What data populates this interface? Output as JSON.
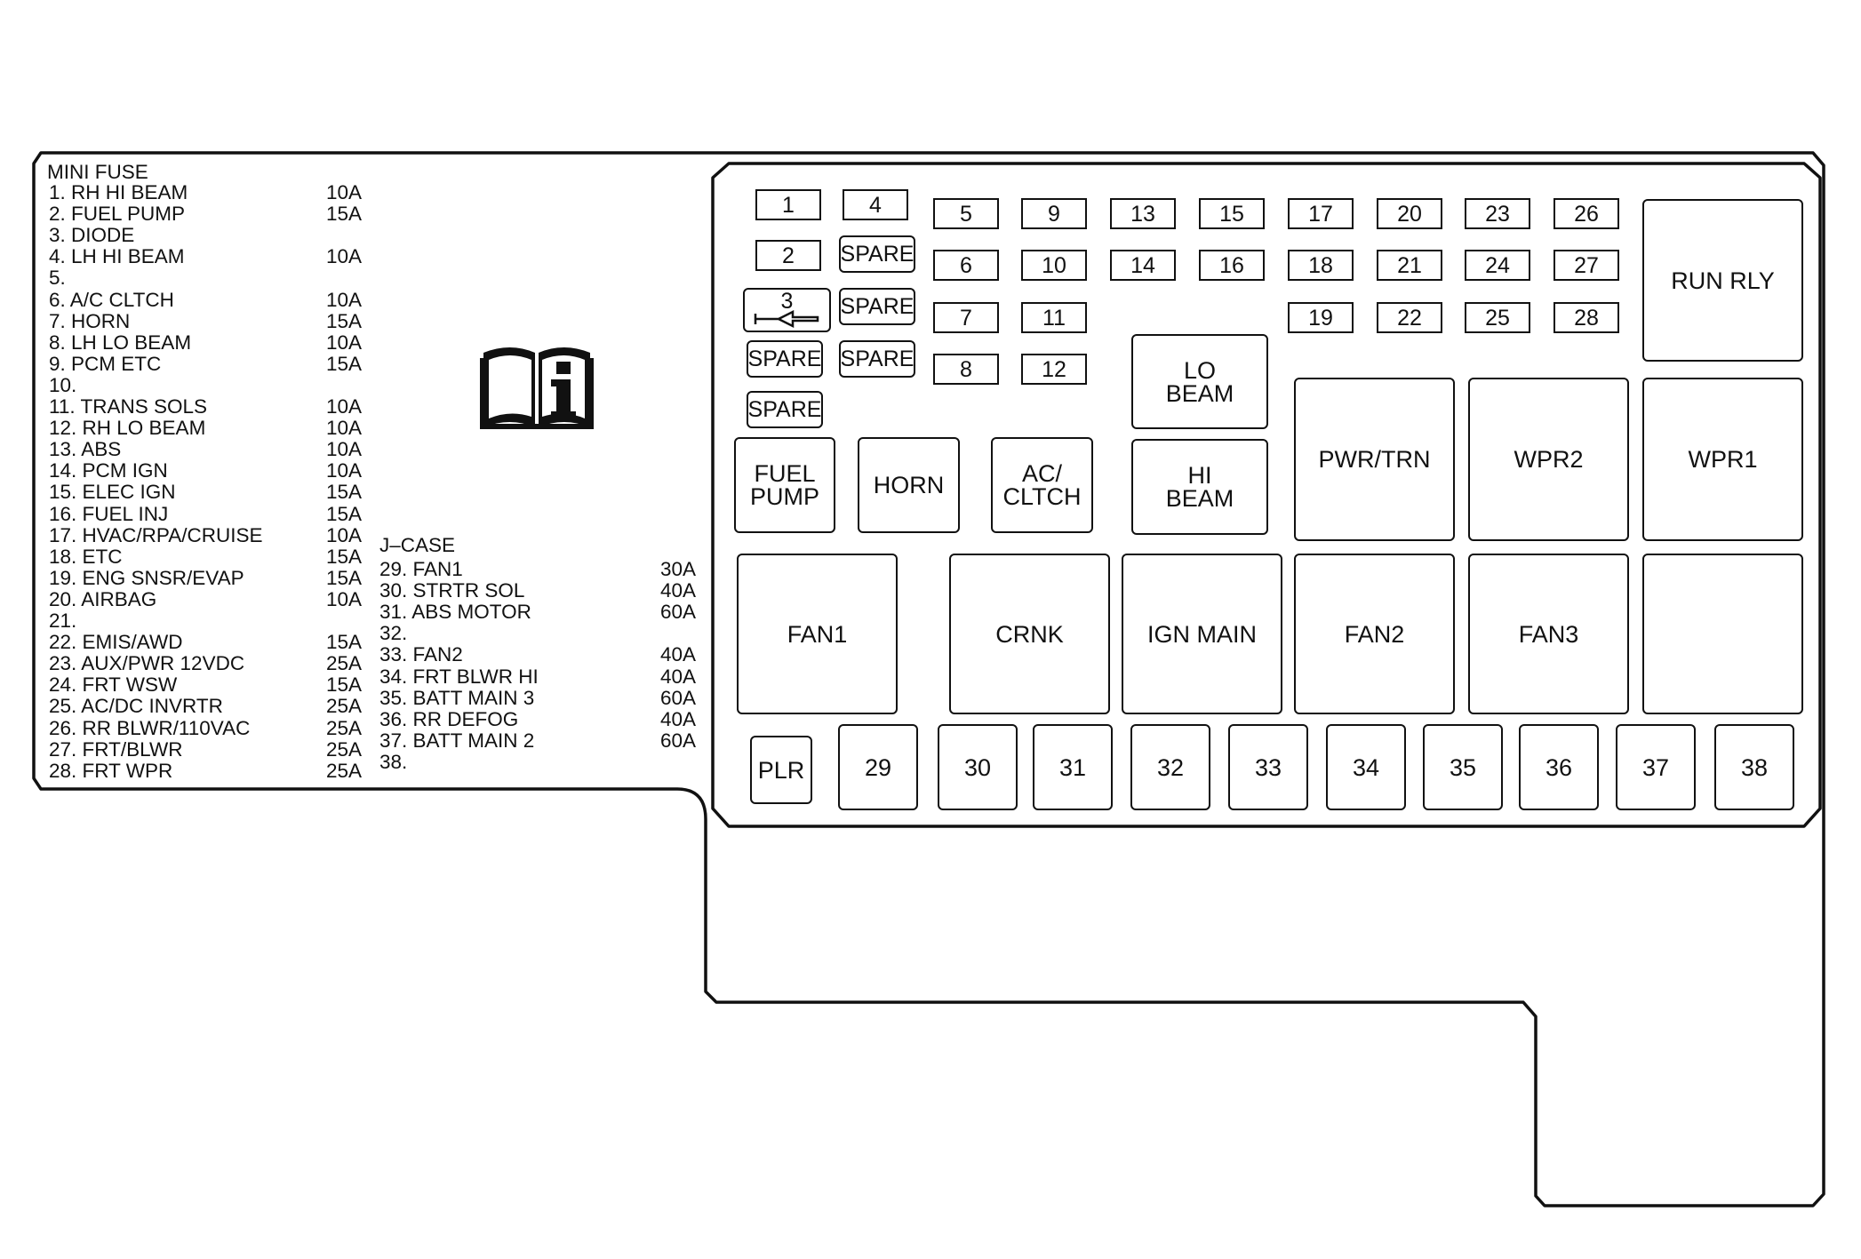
{
  "legend": {
    "mini_fuse_header": "MINI FUSE",
    "mini_fuses": [
      {
        "label": "1. RH HI BEAM",
        "amp": "10A"
      },
      {
        "label": "2. FUEL PUMP",
        "amp": "15A"
      },
      {
        "label": "3. DIODE",
        "amp": ""
      },
      {
        "label": "4. LH HI BEAM",
        "amp": "10A"
      },
      {
        "label": "5.",
        "amp": ""
      },
      {
        "label": "6. A/C CLTCH",
        "amp": "10A"
      },
      {
        "label": "7. HORN",
        "amp": "15A"
      },
      {
        "label": "8. LH LO BEAM",
        "amp": "10A"
      },
      {
        "label": "9. PCM ETC",
        "amp": "15A"
      },
      {
        "label": "10.",
        "amp": ""
      },
      {
        "label": "11. TRANS SOLS",
        "amp": "10A"
      },
      {
        "label": "12. RH LO BEAM",
        "amp": "10A"
      },
      {
        "label": "13. ABS",
        "amp": "10A"
      },
      {
        "label": "14. PCM IGN",
        "amp": "10A"
      },
      {
        "label": "15. ELEC IGN",
        "amp": "15A"
      },
      {
        "label": "16. FUEL INJ",
        "amp": "15A"
      },
      {
        "label": "17. HVAC/RPA/CRUISE",
        "amp": "10A"
      },
      {
        "label": "18. ETC",
        "amp": "15A"
      },
      {
        "label": "19. ENG SNSR/EVAP",
        "amp": "15A"
      },
      {
        "label": "20. AIRBAG",
        "amp": "10A"
      },
      {
        "label": "21.",
        "amp": ""
      },
      {
        "label": "22. EMIS/AWD",
        "amp": "15A"
      },
      {
        "label": "23. AUX/PWR 12VDC",
        "amp": "25A"
      },
      {
        "label": "24. FRT WSW",
        "amp": "15A"
      },
      {
        "label": "25. AC/DC INVRTR",
        "amp": "25A"
      },
      {
        "label": "26. RR BLWR/110VAC",
        "amp": "25A"
      },
      {
        "label": "27. FRT/BLWR",
        "amp": "25A"
      },
      {
        "label": "28. FRT WPR",
        "amp": "25A"
      }
    ],
    "jcase_header": "J–CASE",
    "jcase_fuses": [
      {
        "label": "29. FAN1",
        "amp": "30A"
      },
      {
        "label": "30. STRTR SOL",
        "amp": "40A"
      },
      {
        "label": "31. ABS MOTOR",
        "amp": "60A"
      },
      {
        "label": "32.",
        "amp": ""
      },
      {
        "label": "33. FAN2",
        "amp": "40A"
      },
      {
        "label": "34. FRT BLWR HI",
        "amp": "40A"
      },
      {
        "label": "35. BATT MAIN 3",
        "amp": "60A"
      },
      {
        "label": "36. RR DEFOG",
        "amp": "40A"
      },
      {
        "label": "37. BATT MAIN 2",
        "amp": "60A"
      },
      {
        "label": "38.",
        "amp": ""
      }
    ]
  },
  "icons": {
    "owner_manual": "owner-manual-info-icon"
  },
  "fuse_box": {
    "small_fuses": [
      "1",
      "4",
      "5",
      "9",
      "13",
      "15",
      "17",
      "20",
      "23",
      "26",
      "2",
      "6",
      "10",
      "14",
      "16",
      "18",
      "21",
      "24",
      "27",
      "7",
      "11",
      "19",
      "22",
      "25",
      "28",
      "8",
      "12"
    ],
    "diode_label": "3",
    "spare_label": "SPARE",
    "relays": {
      "fuel_pump": "FUEL\nPUMP",
      "horn": "HORN",
      "ac_cltch": "AC/\nCLTCH",
      "lo_beam": "LO\nBEAM",
      "hi_beam": "HI\nBEAM",
      "run_rly": "RUN RLY",
      "pwr_trn": "PWR/TRN",
      "wpr2": "WPR2",
      "wpr1": "WPR1",
      "fan1": "FAN1",
      "crnk": "CRNK",
      "ign_main": "IGN MAIN",
      "fan2": "FAN2",
      "fan3": "FAN3"
    },
    "plr": "PLR",
    "jcase_fuses": [
      "29",
      "30",
      "31",
      "32",
      "33",
      "34",
      "35",
      "36",
      "37",
      "38"
    ]
  }
}
